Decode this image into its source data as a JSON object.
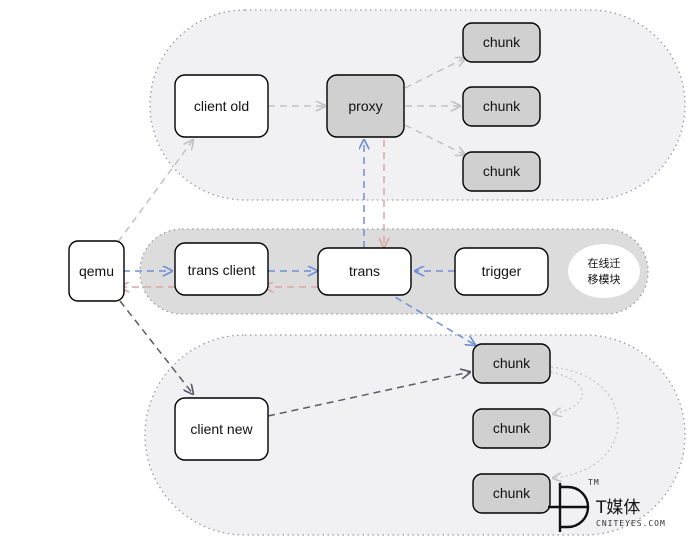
{
  "nodes": {
    "chunk_top_1": "chunk",
    "chunk_top_2": "chunk",
    "chunk_top_3": "chunk",
    "client_old": "client old",
    "proxy": "proxy",
    "qemu": "qemu",
    "trans_client": "trans client",
    "trans": "trans",
    "trigger": "trigger",
    "chunk_bottom_1": "chunk",
    "chunk_bottom_2": "chunk",
    "chunk_bottom_3": "chunk",
    "client_new": "client new"
  },
  "migration_module": {
    "line1": "在线迁",
    "line2": "移模块"
  },
  "watermark": {
    "brand": "T媒体",
    "tm": "TM",
    "site": "CNITEYES.COM"
  },
  "colors": {
    "gray_arrow": "#c2c2c2",
    "blue_arrow": "#6f8fd6",
    "pink_arrow": "#dba6a6",
    "dark_arrow": "#5b5b6a",
    "node_gray_fill": "#d0d0d0",
    "group_fill": "#f1f1f4",
    "band_fill": "#dcdcdc"
  }
}
